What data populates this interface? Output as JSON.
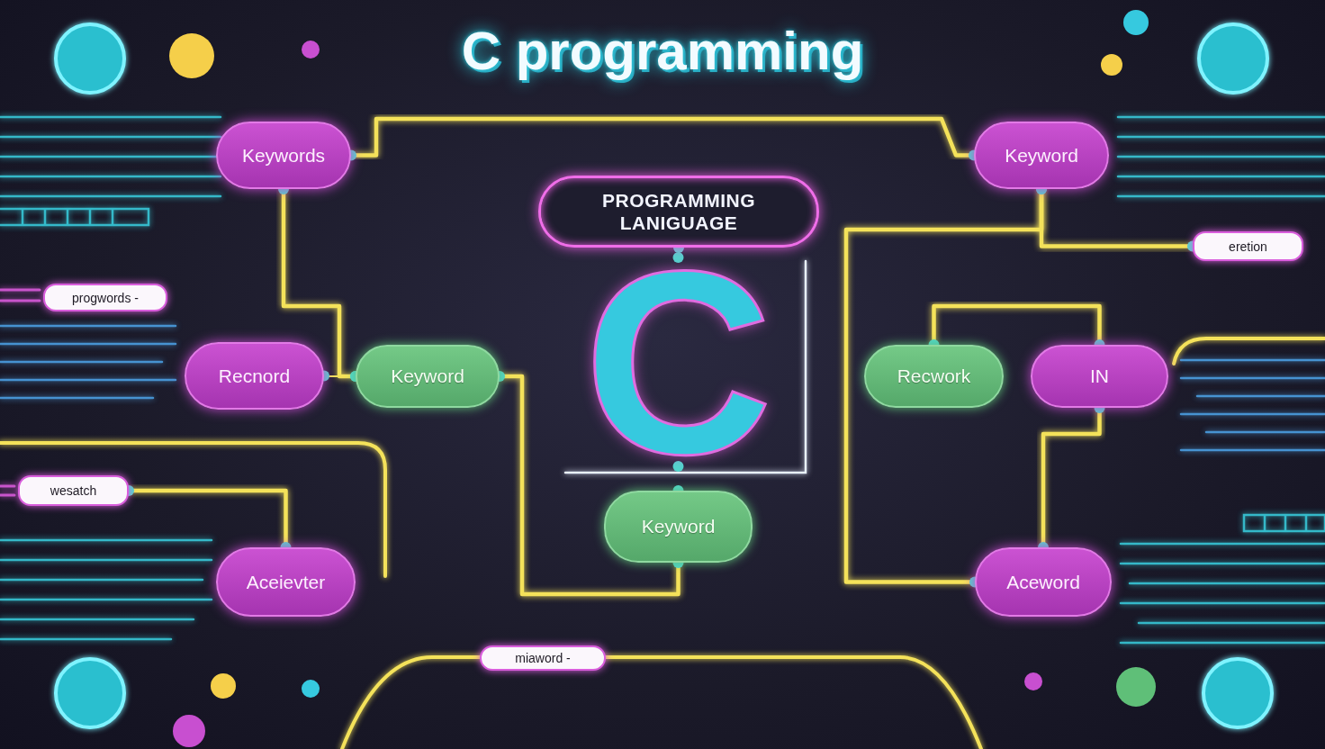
{
  "diagram": {
    "title": "C programming",
    "nodes": [
      {
        "text": [
          "Keywords"
        ]
      },
      {
        "text": [
          "Keyword"
        ]
      },
      {
        "text": [
          "PROGRAMMING LANIGUAGE"
        ]
      },
      {
        "text": [
          "eretion"
        ]
      },
      {
        "text": [
          "C"
        ]
      },
      {
        "text": [
          "progwords -"
        ]
      },
      {
        "text": [
          "Recnord"
        ]
      },
      {
        "text": [
          "Keyword"
        ]
      },
      {
        "text": [
          "Recwork"
        ]
      },
      {
        "text": [
          "IN"
        ]
      },
      {
        "text": [
          "wesatch"
        ]
      },
      {
        "text": [
          "Keyword"
        ]
      },
      {
        "text": [
          "Aceievter"
        ]
      },
      {
        "text": [
          "Aceword"
        ]
      },
      {
        "text": [
          "miaword -"
        ]
      }
    ],
    "edges": [
      {
        "from": 0,
        "to": 1,
        "arrow": "none"
      },
      {
        "from": 0,
        "to": 7,
        "arrow": "none"
      },
      {
        "from": 6,
        "to": 7,
        "arrow": "none"
      },
      {
        "from": 7,
        "to": 11,
        "arrow": "none"
      },
      {
        "from": 2,
        "to": 4,
        "arrow": "none"
      },
      {
        "from": 4,
        "to": 11,
        "arrow": "none"
      },
      {
        "from": 1,
        "to": 3,
        "arrow": "none"
      },
      {
        "from": 1,
        "to": 13,
        "arrow": "none"
      },
      {
        "from": 8,
        "to": 9,
        "arrow": "none"
      },
      {
        "from": 9,
        "to": 13,
        "arrow": "none"
      },
      {
        "from": 10,
        "to": 12,
        "arrow": "none"
      }
    ]
  }
}
